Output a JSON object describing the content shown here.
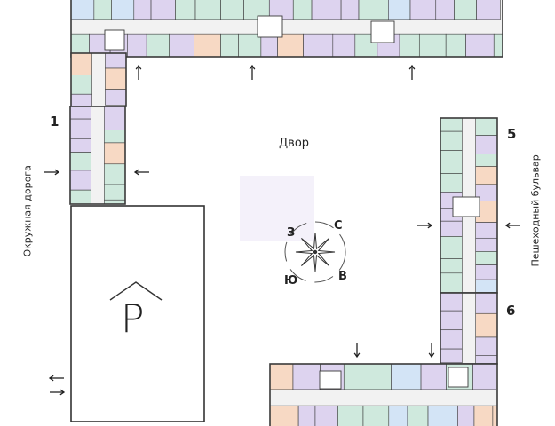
{
  "labels": {
    "courtyard": "Двор",
    "ring_road": "Окружная дорога",
    "pedestrian_boulevard": "Пешеходный бульвар",
    "parking": "P"
  },
  "sections": {
    "s1": "1",
    "s5": "5",
    "s6": "6"
  },
  "compass": {
    "west": "З",
    "north": "С",
    "south": "Ю",
    "east": "В"
  },
  "colors": {
    "wall": "#3a3a3a",
    "green": "#cfe9dd",
    "purple": "#ddd3ef",
    "blue": "#d3e4f6",
    "orange": "#f7d9c4",
    "corridor": "#f2f2f2",
    "ghost": "#f4f1fa"
  }
}
